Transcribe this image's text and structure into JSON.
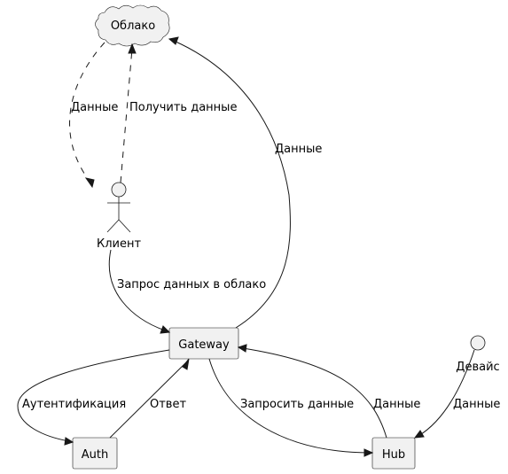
{
  "nodes": {
    "cloud": {
      "label": "Облако"
    },
    "client": {
      "label": "Клиент"
    },
    "gateway": {
      "label": "Gateway"
    },
    "auth": {
      "label": "Auth"
    },
    "hub": {
      "label": "Hub"
    },
    "device": {
      "label": "Девайс"
    }
  },
  "edges": {
    "cloud_to_client": {
      "label": "Данные"
    },
    "client_to_cloud": {
      "label": "Получить данные"
    },
    "gateway_to_cloud": {
      "label": "Данные"
    },
    "client_to_gateway": {
      "label": "Запрос данных в облако"
    },
    "gateway_to_auth": {
      "label": "Аутентификация"
    },
    "auth_to_gateway": {
      "label": "Ответ"
    },
    "gateway_to_hub": {
      "label": "Запросить данные"
    },
    "hub_to_gateway": {
      "label": "Данные"
    },
    "device_to_hub": {
      "label": "Данные"
    }
  }
}
